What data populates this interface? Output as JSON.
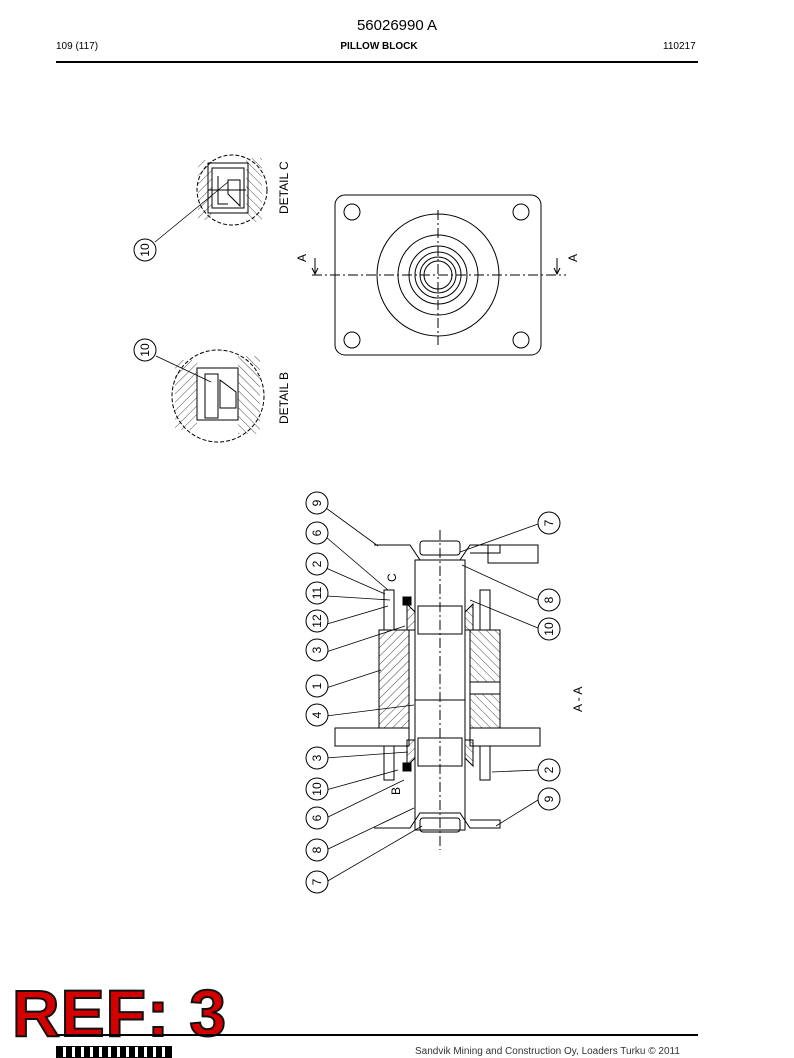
{
  "header": {
    "document_number": "56026990 A",
    "page": "109 (117)",
    "title": "PILLOW BLOCK",
    "date_code": "110217"
  },
  "drawing": {
    "detail_c_label": "DETAIL C",
    "detail_b_label": "DETAIL B",
    "section_marker": "A",
    "section_label": "A - A",
    "detail_letter_c": "C",
    "detail_letter_b": "B",
    "callouts": [
      "10",
      "10",
      "9",
      "6",
      "2",
      "11",
      "12",
      "3",
      "1",
      "4",
      "3",
      "10",
      "6",
      "8",
      "7",
      "7",
      "8",
      "10",
      "2",
      "9"
    ]
  },
  "stamp": {
    "text": "REF: 3"
  },
  "footer": {
    "copyright": "Sandvik Mining and Construction Oy, Loaders Turku © 2011"
  }
}
